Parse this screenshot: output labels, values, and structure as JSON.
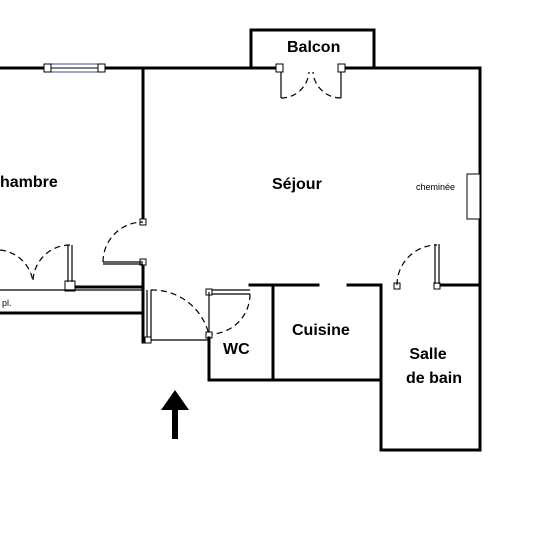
{
  "rooms": {
    "balcon": "Balcon",
    "chambre": "hambre",
    "sejour": "Séjour",
    "cheminee": "cheminée",
    "wc": "WC",
    "cuisine": "Cuisine",
    "salle_line1": "Salle",
    "salle_line2": "de bain",
    "placard": "pl."
  },
  "entrance": {
    "icon": "entrance-arrow-icon"
  }
}
